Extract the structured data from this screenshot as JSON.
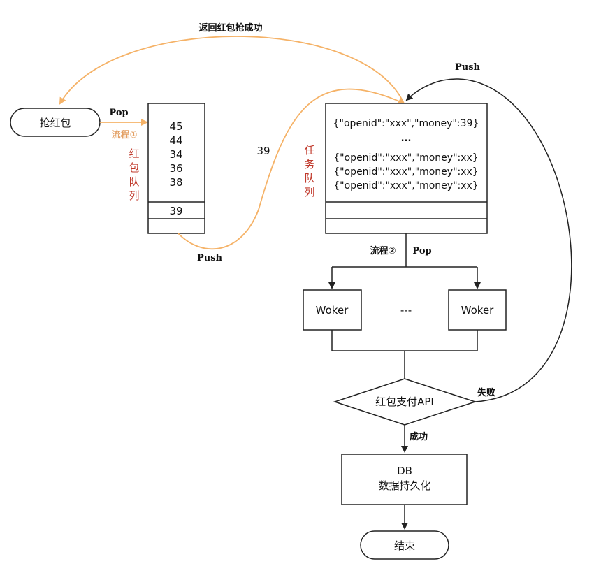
{
  "nodes": {
    "grab": "抢红包",
    "worker_left": "Woker",
    "worker_right": "Woker",
    "worker_gap": "---",
    "pay_api": "红包支付API",
    "db_line1": "DB",
    "db_line2": "数据持久化",
    "end": "结束"
  },
  "labels": {
    "return_success": "返回红包抢成功",
    "pop_top": "Pop",
    "flow1": "流程①",
    "push_bottom": "Push",
    "value_39": "39",
    "push_right": "Push",
    "flow2": "流程②",
    "pop_mid": "Pop",
    "fail": "失败",
    "success": "成功"
  },
  "redpacket_queue": {
    "label_chars": [
      "红",
      "包",
      "队",
      "列"
    ],
    "items": [
      "45",
      "44",
      "34",
      "36",
      "38"
    ],
    "new_item": "39"
  },
  "task_queue": {
    "label_chars": [
      "任",
      "务",
      "队",
      "列"
    ],
    "highlight_item": "{\"openid\":\"xxx\",\"money\":39}",
    "ellipsis": "...",
    "items": [
      "{\"openid\":\"xxx\",\"money\":xx}",
      "{\"openid\":\"xxx\",\"money\":xx}",
      "{\"openid\":\"xxx\",\"money\":xx}"
    ]
  },
  "colors": {
    "orange": "#f5b267",
    "green": "#1db954",
    "red": "#c0392b",
    "line": "#222222"
  }
}
